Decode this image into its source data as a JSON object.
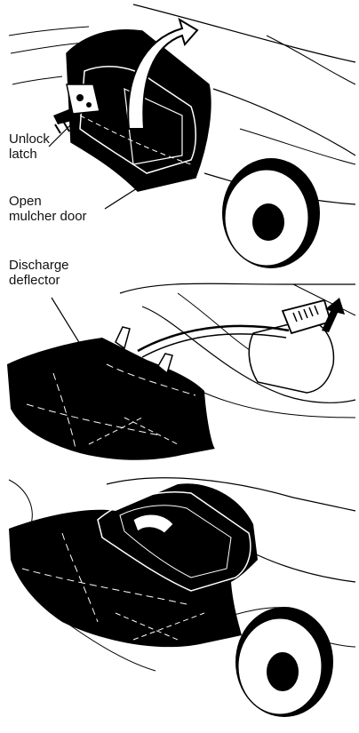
{
  "figure": {
    "panels": [
      {
        "name": "remove-mulcher-door",
        "callouts": [
          {
            "name": "unlock-latch-label",
            "lines": [
              "Unlock",
              "latch"
            ]
          },
          {
            "name": "open-mulcher-door-label",
            "lines": [
              "Open",
              "mulcher door"
            ]
          }
        ]
      },
      {
        "name": "install-discharge-deflector",
        "callouts": [
          {
            "name": "discharge-deflector-label",
            "lines": [
              "Discharge",
              "deflector"
            ]
          }
        ]
      },
      {
        "name": "installed-deflector-closed-door",
        "callouts": []
      }
    ],
    "colors": {
      "ink": "#000000",
      "paper": "#ffffff"
    }
  }
}
